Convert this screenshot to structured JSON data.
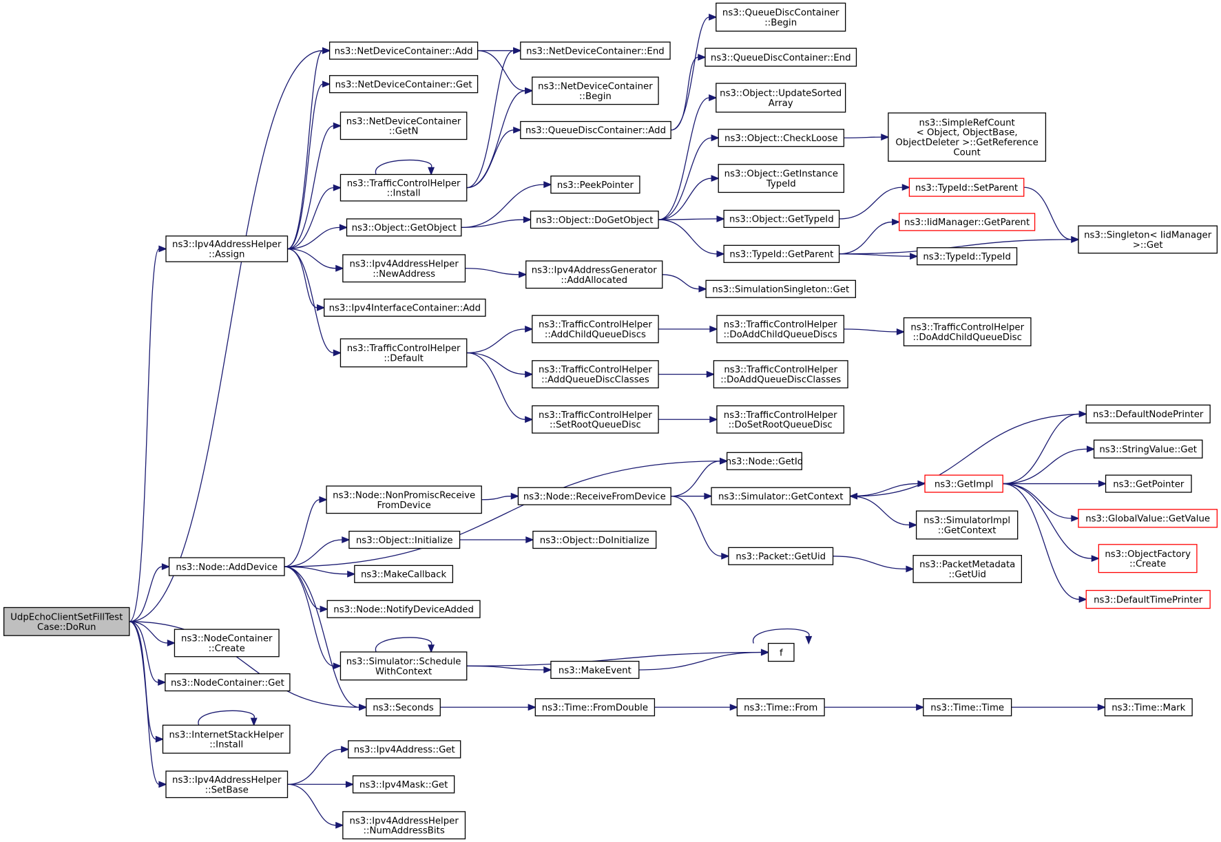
{
  "diagram": {
    "root": "UdpEchoClientSetFillTestCase::DoRun",
    "edge_color": "#191970",
    "root_fill": "#bfbfbf",
    "incomplete_border_color": "#ff0000",
    "nodes": {
      "root": [
        "UdpEchoClientSetFillTest",
        "Case::DoRun"
      ],
      "ipv4AddrHelperAssign": [
        "ns3::Ipv4AddressHelper",
        "::Assign"
      ],
      "nodeAddDevice": [
        "ns3::Node::AddDevice"
      ],
      "nodeContainerCreate": [
        "ns3::NodeContainer",
        "::Create"
      ],
      "nodeContainerGet": [
        "ns3::NodeContainer::Get"
      ],
      "internetStackInstall": [
        "ns3::InternetStackHelper",
        "::Install"
      ],
      "ipv4AddrHelperSetBase": [
        "ns3::Ipv4AddressHelper",
        "::SetBase"
      ],
      "ndcAdd": [
        "ns3::NetDeviceContainer::Add"
      ],
      "ndcGet": [
        "ns3::NetDeviceContainer::Get"
      ],
      "ndcGetN": [
        "ns3::NetDeviceContainer",
        "::GetN"
      ],
      "tchInstall": [
        "ns3::TrafficControlHelper",
        "::Install"
      ],
      "objGetObject": [
        "ns3::Object::GetObject"
      ],
      "ipv4AddrHelperNewAddress": [
        "ns3::Ipv4AddressHelper",
        "::NewAddress"
      ],
      "ipv4IfcAdd": [
        "ns3::Ipv4InterfaceContainer::Add"
      ],
      "tchDefault": [
        "ns3::TrafficControlHelper",
        "::Default"
      ],
      "ndcEnd": [
        "ns3::NetDeviceContainer::End"
      ],
      "ndcBegin": [
        "ns3::NetDeviceContainer",
        "::Begin"
      ],
      "qdcAdd": [
        "ns3::QueueDiscContainer::Add"
      ],
      "peekPointer": [
        "ns3::PeekPointer"
      ],
      "objDoGetObject": [
        "ns3::Object::DoGetObject"
      ],
      "ipv4AddrGenAddAllocated": [
        "ns3::Ipv4AddressGenerator",
        "::AddAllocated"
      ],
      "tchAddChildQueueDiscs": [
        "ns3::TrafficControlHelper",
        "::AddChildQueueDiscs"
      ],
      "tchAddQueueDiscClasses": [
        "ns3::TrafficControlHelper",
        "::AddQueueDiscClasses"
      ],
      "tchSetRootQueueDisc": [
        "ns3::TrafficControlHelper",
        "::SetRootQueueDisc"
      ],
      "qdcBegin": [
        "ns3::QueueDiscContainer",
        "::Begin"
      ],
      "qdcEnd": [
        "ns3::QueueDiscContainer::End"
      ],
      "objUpdateSortedArray": [
        "ns3::Object::UpdateSorted",
        "Array"
      ],
      "objCheckLoose": [
        "ns3::Object::CheckLoose"
      ],
      "objGetInstanceTypeId": [
        "ns3::Object::GetInstance",
        "TypeId"
      ],
      "objGetTypeId": [
        "ns3::Object::GetTypeId"
      ],
      "typeIdGetParent": [
        "ns3::TypeId::GetParent"
      ],
      "simSingletonGet": [
        "ns3::SimulationSingleton::Get"
      ],
      "tchDoAddChildQueueDiscs": [
        "ns3::TrafficControlHelper",
        "::DoAddChildQueueDiscs"
      ],
      "tchDoAddQueueDiscClasses": [
        "ns3::TrafficControlHelper",
        "::DoAddQueueDiscClasses"
      ],
      "tchDoSetRootQueueDisc": [
        "ns3::TrafficControlHelper",
        "::DoSetRootQueueDisc"
      ],
      "simpleRefCount": [
        "ns3::SimpleRefCount",
        "< Object, ObjectBase,",
        "ObjectDeleter >::GetReference",
        "Count"
      ],
      "typeIdSetParent": [
        "ns3::TypeId::SetParent"
      ],
      "iidMgrGetParent": [
        "ns3::IidManager::GetParent"
      ],
      "typeIdTypeId": [
        "ns3::TypeId::TypeId"
      ],
      "singletonGet": [
        "ns3::Singleton< IidManager",
        ">::Get"
      ],
      "tchDoAddChildQueueDisc": [
        "ns3::TrafficControlHelper",
        "::DoAddChildQueueDisc"
      ],
      "nodeNonPromisc": [
        "ns3::Node::NonPromiscReceive",
        "FromDevice"
      ],
      "objInitialize": [
        "ns3::Object::Initialize"
      ],
      "makeCallback": [
        "ns3::MakeCallback"
      ],
      "nodeNotifyDeviceAdded": [
        "ns3::Node::NotifyDeviceAdded"
      ],
      "simScheduleWithContext": [
        "ns3::Simulator::Schedule",
        "WithContext"
      ],
      "seconds": [
        "ns3::Seconds"
      ],
      "nodeGetId": [
        "ns3::Node::GetId"
      ],
      "nodeReceiveFromDevice": [
        "ns3::Node::ReceiveFromDevice"
      ],
      "objDoInitialize": [
        "ns3::Object::DoInitialize"
      ],
      "simGetContext": [
        "ns3::Simulator::GetContext"
      ],
      "packetGetUid": [
        "ns3::Packet::GetUid"
      ],
      "getImpl": [
        "ns3::GetImpl"
      ],
      "simImplGetContext": [
        "ns3::SimulatorImpl",
        "::GetContext"
      ],
      "pktMetaGetUid": [
        "ns3::PacketMetadata",
        "::GetUid"
      ],
      "defaultNodePrinter": [
        "ns3::DefaultNodePrinter"
      ],
      "stringValueGet": [
        "ns3::StringValue::Get"
      ],
      "getPointer": [
        "ns3::GetPointer"
      ],
      "globalValueGetValue": [
        "ns3::GlobalValue::GetValue"
      ],
      "objectFactoryCreate": [
        "ns3::ObjectFactory",
        "::Create"
      ],
      "defaultTimePrinter": [
        "ns3::DefaultTimePrinter"
      ],
      "makeEvent": [
        "ns3::MakeEvent"
      ],
      "f": [
        "f"
      ],
      "timeFromDouble": [
        "ns3::Time::FromDouble"
      ],
      "timeFrom": [
        "ns3::Time::From"
      ],
      "timeTime": [
        "ns3::Time::Time"
      ],
      "timeMark": [
        "ns3::Time::Mark"
      ],
      "ipv4AddressGet": [
        "ns3::Ipv4Address::Get"
      ],
      "ipv4MaskGet": [
        "ns3::Ipv4Mask::Get"
      ],
      "ipv4AddrHelperNumAddressBits": [
        "ns3::Ipv4AddressHelper",
        "::NumAddressBits"
      ]
    }
  }
}
